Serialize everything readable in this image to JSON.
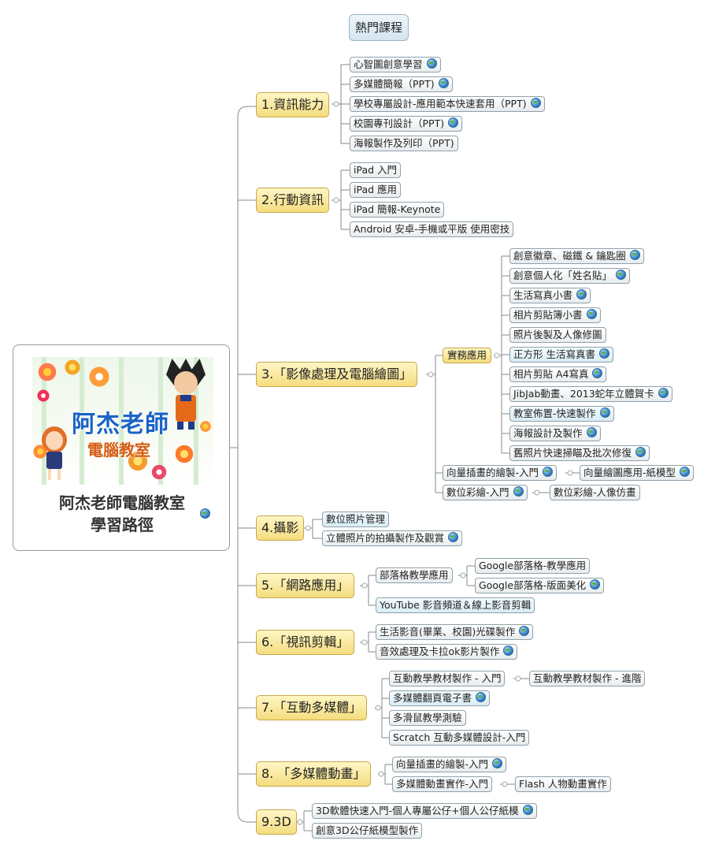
{
  "title": "熱門課程",
  "center": {
    "logo_title": "阿杰老師",
    "logo_subtitle": "電腦教室",
    "title_line1": "阿杰老師電腦教室",
    "title_line2": "學習路徑"
  },
  "branches": {
    "b1": {
      "label": "1.資訊能力",
      "items": [
        "心智圖創意學習",
        "多媒體簡報（PPT)",
        "學校專屬設計-應用範本快速套用（PPT)",
        "校園專刊設計（PPT)",
        "海報製作及列印（PPT)"
      ]
    },
    "b2": {
      "label": "2.行動資訊",
      "items": [
        "iPad 入門",
        "iPad 應用",
        "iPad 簡報-Keynote",
        "Android 安卓-手機或平版 使用密技"
      ]
    },
    "b3": {
      "label": "3.「影像處理及電腦繪圖」",
      "practical": "實務應用",
      "practical_items": [
        "創意徽章、磁鐵 & 鑰匙圈",
        "創意個人化「姓名貼」",
        "生活寫真小書",
        "相片剪貼簿小書",
        "照片後製及人像修圖",
        "正方形 生活寫真書",
        "相片剪貼 A4寫真",
        "JibJab動畫、2013蛇年立體賀卡",
        "教室佈置-快速製作",
        "海報設計及製作",
        "舊照片快速掃瞄及批次修復"
      ],
      "vector": "向量插畫的繪製-入門",
      "vector_child": "向量繪圖應用-紙模型",
      "digital": "數位彩繪-入門",
      "digital_child": "數位彩繪-人像仿畫"
    },
    "b4": {
      "label": "4.攝影",
      "items": [
        "數位照片管理",
        "立體照片的拍攝製作及觀賞"
      ]
    },
    "b5": {
      "label": "5.「網路應用」",
      "blog": "部落格教學應用",
      "blog_children": [
        "Google部落格-教學應用",
        "Google部落格-版面美化"
      ],
      "youtube": "YouTube 影音頻道＆線上影音剪輯"
    },
    "b6": {
      "label": "6.「視訊剪輯」",
      "items": [
        "生活影音(畢業、校園)光碟製作",
        "音效處理及卡拉ok影片製作"
      ]
    },
    "b7": {
      "label": "7.「互動多媒體」",
      "items": [
        "互動教學教材製作 - 入門",
        "多媒體翻頁電子書",
        "多滑鼠教學測驗",
        "Scratch 互動多媒體設計-入門"
      ],
      "advanced": "互動教學教材製作 - 進階"
    },
    "b8": {
      "label": "8. 「多媒體動畫」",
      "items": [
        "向量插畫的繪製-入門",
        "多媒體動畫實作-入門"
      ],
      "flash": "Flash 人物動畫實作"
    },
    "b9": {
      "label": "9.3D",
      "items": [
        "3D軟體快速入門-個人專屬公仔+個人公仔紙模",
        "創意3D公仔紙模型製作"
      ]
    }
  }
}
